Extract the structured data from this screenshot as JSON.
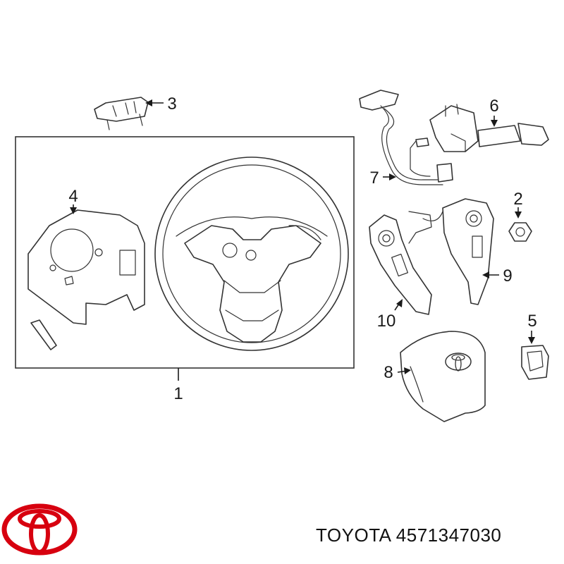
{
  "callouts": {
    "c1": "1",
    "c2": "2",
    "c3": "3",
    "c4": "4",
    "c5": "5",
    "c6": "6",
    "c7": "7",
    "c8": "8",
    "c9": "9",
    "c10": "10"
  },
  "caption": "TOYOTA 4571347030",
  "colors": {
    "line": "#333333",
    "logo": "#d7000f",
    "text": "#111111"
  },
  "icons": {
    "logo": "toyota-logo-icon",
    "emblem": "toyota-emblem-icon"
  }
}
